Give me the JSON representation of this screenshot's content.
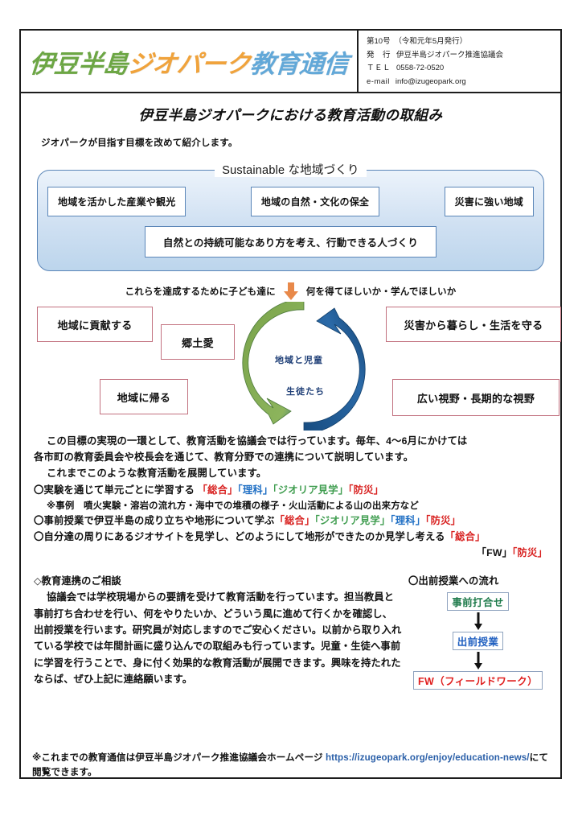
{
  "masthead": {
    "logo": {
      "part1": "伊豆半島",
      "part2": "ジオパーク",
      "part3": "教育通信",
      "color1": "#6ca644",
      "color2": "#f0a33c",
      "color3": "#62a8d8"
    },
    "issue": "第10号　（令和元年5月発行）",
    "publisher_label": "発　行",
    "publisher_value": "伊豆半島ジオパーク推進協議会",
    "tel_label": "ＴＥＬ",
    "tel_value": "0558-72-0520",
    "email_label": "e-mail",
    "email_value": "info@izugeopark.org"
  },
  "doc": {
    "title": "伊豆半島ジオパークにおける教育活動の取組み",
    "intro": "ジオパークが目指す目標を改めて紹介します。"
  },
  "sustainable": {
    "heading": "Sustainable な地域づくり",
    "cards": [
      "地域を活かした産業や観光",
      "地域の自然・文化の保全",
      "災害に強い地域"
    ],
    "wide_card": "自然との持続可能なあり方を考え、行動できる人づくり",
    "border_color": "#5b86b8"
  },
  "caption": {
    "left": "これらを達成するために子ども達に",
    "right": "何を得てほしいか・学んでほしいか",
    "arrow_color": "#e8894a"
  },
  "cycle": {
    "center_line1": "地域と児童",
    "center_line2": "生徒たち",
    "center_text_color": "#1f3f77",
    "arrow_left_color": "#7fa84f",
    "arrow_right_color": "#1f5b96",
    "boxes": {
      "contribute": "地域に貢献する",
      "hometown_love": "郷土愛",
      "return_home": "地域に帰る",
      "protect": "災害から暮らし・生活を守る",
      "vision": "広い視野・長期的な視野"
    },
    "box_border_color": "#c2717f"
  },
  "body": {
    "p1_line1": "この目標の実現の一環として、教育活動を協議会では行っています。毎年、4～6月にかけては",
    "p1_line2": "各市町の教育委員会や校長会を通じて、教育分野での連携について説明しています。",
    "p2": "これまでこのような教育活動を展開しています。",
    "bullet1_text": "〇実験を通じて単元ごとに学習する",
    "bullet1_tags": [
      {
        "label": "「総合」",
        "color": "red"
      },
      {
        "label": "「理科」",
        "color": "blue"
      },
      {
        "label": "「ジオリア見学」",
        "color": "green"
      },
      {
        "label": "「防災」",
        "color": "red"
      }
    ],
    "note1": "※事例　噴火実験・溶岩の流れ方・海中での堆積の様子・火山活動による山の出来方など",
    "bullet2_text": "〇事前授業で伊豆半島の成り立ちや地形について学ぶ",
    "bullet2_tags": [
      {
        "label": "「総合」",
        "color": "red"
      },
      {
        "label": "「ジオリア見学」",
        "color": "green"
      },
      {
        "label": "「理科」",
        "color": "blue"
      },
      {
        "label": "「防災」",
        "color": "red"
      }
    ],
    "bullet3_text": "〇自分達の周りにあるジオサイトを見学し、どのようにして地形ができたのか見学し考える",
    "bullet3_tags": [
      {
        "label": "「総合」",
        "color": "red"
      }
    ],
    "bullet3_tags2": [
      {
        "label": "「FW」",
        "color": "dark"
      },
      {
        "label": "「防災」",
        "color": "red"
      }
    ]
  },
  "consult": {
    "heading": "◇教育連携のご相談",
    "paragraph": "協議会では学校現場からの要請を受けて教育活動を行っています。担当教員と事前打ち合わせを行い、何をやりたいか、どういう風に進めて行くかを確認し、出前授業を行います。研究員が対応しますのでご安心ください。以前から取り入れている学校では年間計画に盛り込んでの取組みも行っています。児童・生徒へ事前に学習を行うことで、身に付く効果的な教育活動が展開できます。興味を持たれたならば、ぜひ上記に連絡願います。"
  },
  "flow": {
    "title": "〇出前授業への流れ",
    "nodes": [
      {
        "label": "事前打合せ",
        "color": "#1d7a4a"
      },
      {
        "label": "出前授業",
        "color": "#1f5fc0"
      },
      {
        "label": "FW（フィールドワーク）",
        "color": "#e0201f"
      }
    ]
  },
  "footnote": {
    "pre": "※これまでの教育通信は伊豆半島ジオパーク推進協議会ホームページ ",
    "url": "https://izugeopark.org/enjoy/education-news/",
    "post": "にて閲覧できます。",
    "url_color": "#2a5fa8"
  }
}
